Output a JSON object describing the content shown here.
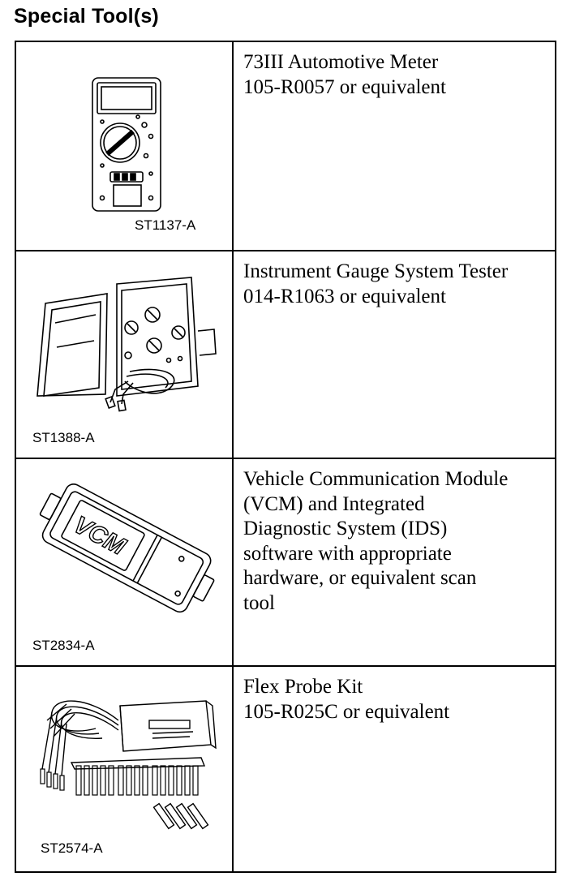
{
  "title": "Special Tool(s)",
  "tools": [
    {
      "illustration": "automotive-meter",
      "code": "ST1137-A",
      "lines": [
        "73III Automotive Meter",
        "105-R0057 or equivalent"
      ]
    },
    {
      "illustration": "gauge-system-tester",
      "code": "ST1388-A",
      "lines": [
        "Instrument Gauge System Tester",
        "014-R1063 or equivalent"
      ]
    },
    {
      "illustration": "vcm-module",
      "code": "ST2834-A",
      "illustration_text": "VCM",
      "lines": [
        "Vehicle Communication Module",
        "(VCM) and Integrated",
        "Diagnostic System (IDS)",
        "software with appropriate",
        "hardware, or equivalent scan",
        "tool"
      ]
    },
    {
      "illustration": "flex-probe-kit",
      "code": "ST2574-A",
      "lines": [
        "Flex Probe Kit",
        "105-R025C or equivalent"
      ]
    }
  ]
}
